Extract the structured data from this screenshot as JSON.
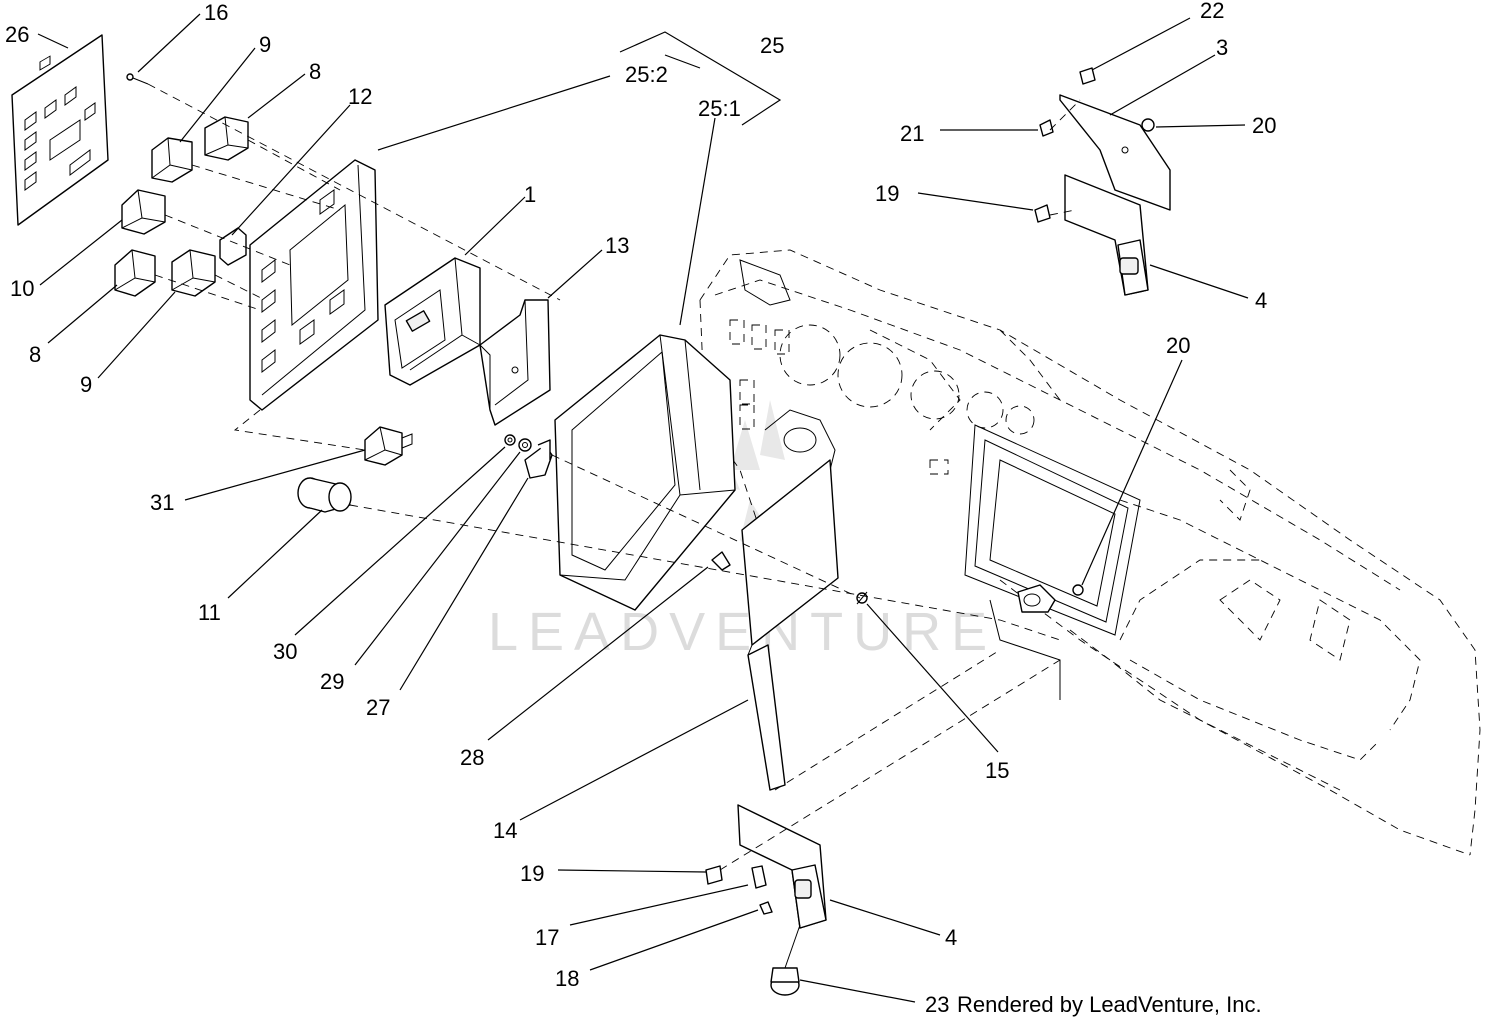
{
  "watermark": "LEADVENTURE",
  "credit": "Rendered by LeadVenture, Inc.",
  "callouts": [
    {
      "id": "c26",
      "label": "26"
    },
    {
      "id": "c16",
      "label": "16"
    },
    {
      "id": "c9a",
      "label": "9"
    },
    {
      "id": "c8a",
      "label": "8"
    },
    {
      "id": "c12",
      "label": "12"
    },
    {
      "id": "c25-2",
      "label": "25:2"
    },
    {
      "id": "c25",
      "label": "25"
    },
    {
      "id": "c25-1",
      "label": "25:1"
    },
    {
      "id": "c22",
      "label": "22"
    },
    {
      "id": "c3",
      "label": "3"
    },
    {
      "id": "c21",
      "label": "21"
    },
    {
      "id": "c20a",
      "label": "20"
    },
    {
      "id": "c19a",
      "label": "19"
    },
    {
      "id": "c4a",
      "label": "4"
    },
    {
      "id": "c1",
      "label": "1"
    },
    {
      "id": "c13",
      "label": "13"
    },
    {
      "id": "c10",
      "label": "10"
    },
    {
      "id": "c8b",
      "label": "8"
    },
    {
      "id": "c9b",
      "label": "9"
    },
    {
      "id": "c20b",
      "label": "20"
    },
    {
      "id": "c31",
      "label": "31"
    },
    {
      "id": "c11",
      "label": "11"
    },
    {
      "id": "c30",
      "label": "30"
    },
    {
      "id": "c29",
      "label": "29"
    },
    {
      "id": "c27",
      "label": "27"
    },
    {
      "id": "c28",
      "label": "28"
    },
    {
      "id": "c15",
      "label": "15"
    },
    {
      "id": "c14",
      "label": "14"
    },
    {
      "id": "c19b",
      "label": "19"
    },
    {
      "id": "c17",
      "label": "17"
    },
    {
      "id": "c4b",
      "label": "4"
    },
    {
      "id": "c18",
      "label": "18"
    },
    {
      "id": "c23",
      "label": "23"
    }
  ]
}
